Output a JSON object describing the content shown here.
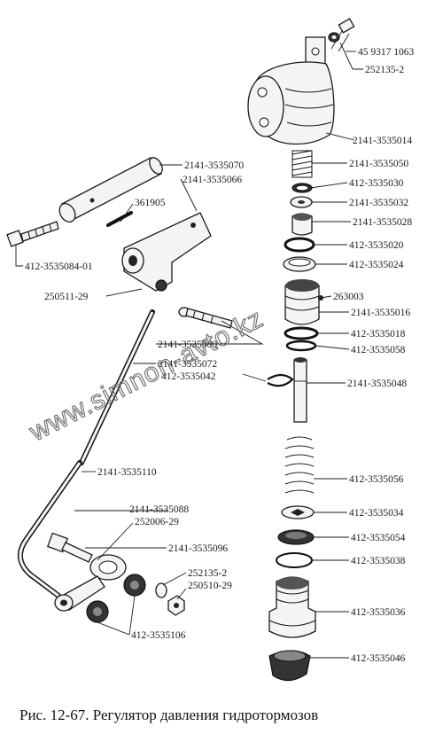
{
  "caption": "Рис. 12-67. Регулятор давления гидротормозов",
  "watermark": "www.simnon-avto.kz",
  "callouts": [
    "45 9317 1063",
    "252135-2",
    "2141-3535014",
    "2141-3535050",
    "412-3535030",
    "2141-3535032",
    "2141-3535028",
    "412-3535020",
    "412-3535024",
    "263003",
    "2141-3535016",
    "412-3535018",
    "412-3535058",
    "2141-3535048",
    "412-3535056",
    "412-3535034",
    "412-3535054",
    "412-3535038",
    "412-3535036",
    "412-3535046",
    "2141-3535070",
    "2141-3535066",
    "361905",
    "412-3535084-01",
    "250511-29",
    "2141-3535080",
    "2141-3535072",
    "412-3535042",
    "2141-3535110",
    "2141-3535088",
    "252006-29",
    "2141-3535096",
    "252135-2",
    "250510-29",
    "412-3535106"
  ]
}
